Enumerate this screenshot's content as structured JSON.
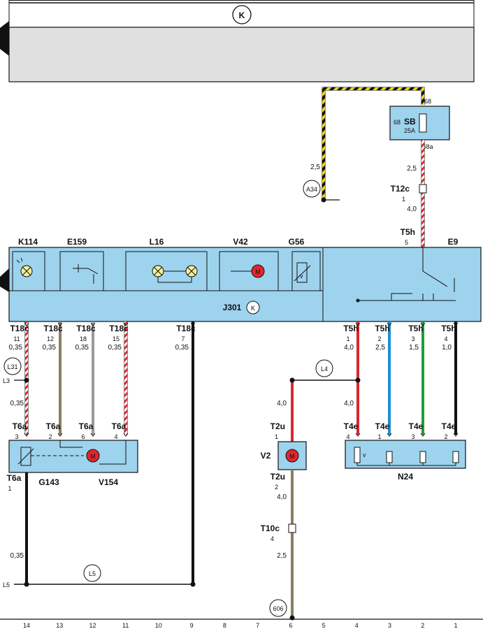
{
  "header": {
    "ring_label": "K"
  },
  "fuse": {
    "name": "SB",
    "number": "68",
    "rating": "25A",
    "top_pin": "68",
    "bottom_pin": "68a",
    "wire_size": "2,5"
  },
  "supply": {
    "ground_ref": "A34",
    "wire_size": "2,5"
  },
  "connector_t12c": {
    "name": "T12c",
    "pin": "1"
  },
  "e9_feed": {
    "wire_size": "4,0",
    "name": "T5h",
    "pin": "5"
  },
  "main_unit": {
    "name": "J301",
    "components": {
      "k114": "K114",
      "e159": "E159",
      "l16": "L16",
      "v42": "V42",
      "g56": "G56",
      "e9": "E9"
    },
    "g56_sub": "v"
  },
  "main_pins": [
    {
      "name": "T18c",
      "pin": "11",
      "size": "0,35"
    },
    {
      "name": "T18c",
      "pin": "12",
      "size": "0,35"
    },
    {
      "name": "T18c",
      "pin": "18",
      "size": "0,35"
    },
    {
      "name": "T18c",
      "pin": "15",
      "size": "0,35"
    },
    {
      "name": "T18c",
      "pin": "7",
      "size": "0,35"
    },
    {
      "name": "T5h",
      "pin": "1",
      "size": "4,0"
    },
    {
      "name": "T5h",
      "pin": "2",
      "size": "2,5"
    },
    {
      "name": "T5h",
      "pin": "3",
      "size": "1,5"
    },
    {
      "name": "T5h",
      "pin": "4",
      "size": "1,0"
    }
  ],
  "refs": {
    "l31": "L31",
    "l3": "L3",
    "l4": "L4",
    "l5": "L5",
    "l5_edge": "L5",
    "ground": "606"
  },
  "left_lower_size": "0,35",
  "g143_unit": {
    "g143": "G143",
    "v154": "V154",
    "pins_top": [
      {
        "name": "T6a",
        "pin": "3"
      },
      {
        "name": "T6a",
        "pin": "2"
      },
      {
        "name": "T6a",
        "pin": "6"
      },
      {
        "name": "T6a",
        "pin": "4"
      }
    ],
    "pin_bottom": {
      "name": "T6a",
      "pin": "1"
    },
    "bottom_size": "0,35"
  },
  "n24_unit": {
    "name": "N24",
    "sizes": [
      "4,0"
    ],
    "pins": [
      {
        "name": "T4e",
        "pin": "4"
      },
      {
        "name": "T4e",
        "pin": "1"
      },
      {
        "name": "T4e",
        "pin": "3"
      },
      {
        "name": "T4e",
        "pin": "2"
      }
    ],
    "sub": "v"
  },
  "v2_unit": {
    "name": "V2",
    "size_top": "4,0",
    "pin_top": {
      "name": "T2u",
      "pin": "1"
    },
    "pin_bottom": {
      "name": "T2u",
      "pin": "2"
    },
    "size_mid": "4,0",
    "connector": {
      "name": "T10c",
      "pin": "4"
    },
    "size_low": "2,5"
  },
  "motor_symbol": "M",
  "bottom_ruler": [
    "14",
    "13",
    "12",
    "11",
    "10",
    "9",
    "8",
    "7",
    "6",
    "5",
    "4",
    "3",
    "2",
    "1"
  ],
  "colors": {
    "box": "#9ed3ee",
    "red": "#d9272e",
    "brown": "#8c7d63",
    "grey": "#9a9a9a",
    "black": "#111111",
    "blue": "#1b8fd2",
    "green": "#1f9b3b",
    "yellow": "#f0d21a",
    "lamp": "#f4ef9b",
    "motor": "#e0262c"
  }
}
